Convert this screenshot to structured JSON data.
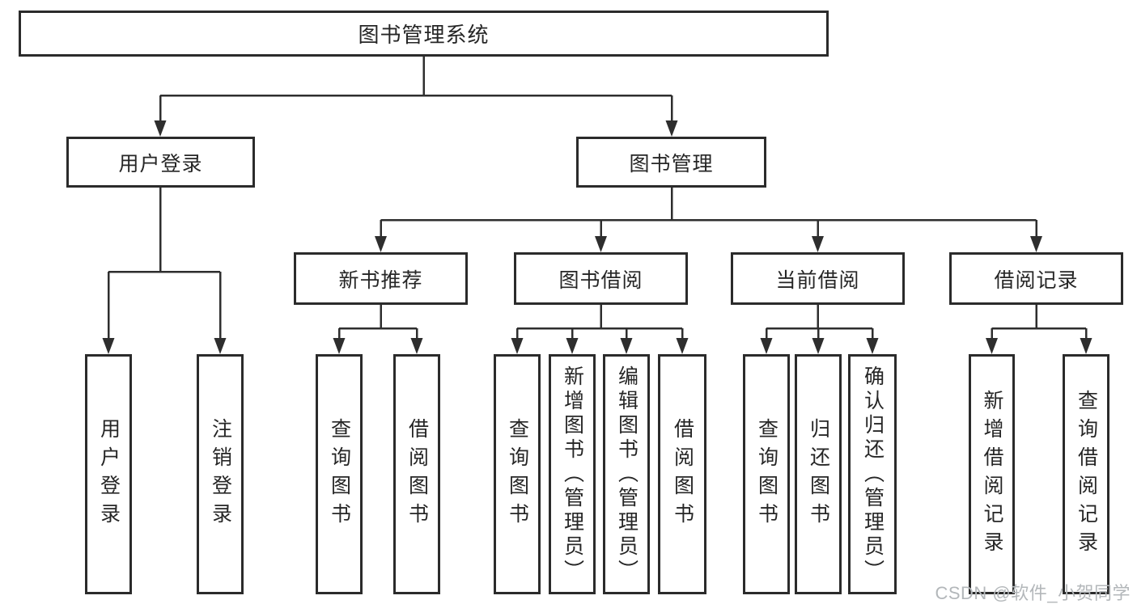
{
  "colors": {
    "box_border": "#2b2b2b",
    "connector": "#2e2e2e",
    "text": "#262626",
    "watermark": "#b3b7ba",
    "background": "#ffffff"
  },
  "watermark": {
    "text": "CSDN @软件_小贺同学"
  },
  "tree": {
    "label": "图书管理系统",
    "children": [
      {
        "label": "用户登录",
        "children": [
          {
            "label": "用户登录"
          },
          {
            "label": "注销登录"
          }
        ]
      },
      {
        "label": "图书管理",
        "children": [
          {
            "label": "新书推荐",
            "children": [
              {
                "label": "查询图书"
              },
              {
                "label": "借阅图书"
              }
            ]
          },
          {
            "label": "图书借阅",
            "children": [
              {
                "label": "查询图书"
              },
              {
                "label": "新增图书（管理员）"
              },
              {
                "label": "编辑图书（管理员）"
              },
              {
                "label": "借阅图书"
              }
            ]
          },
          {
            "label": "当前借阅",
            "children": [
              {
                "label": "查询图书"
              },
              {
                "label": "归还图书"
              },
              {
                "label": "确认归还（管理员）"
              }
            ]
          },
          {
            "label": "借阅记录",
            "children": [
              {
                "label": "新增借阅记录"
              },
              {
                "label": "查询借阅记录"
              }
            ]
          }
        ]
      }
    ]
  }
}
